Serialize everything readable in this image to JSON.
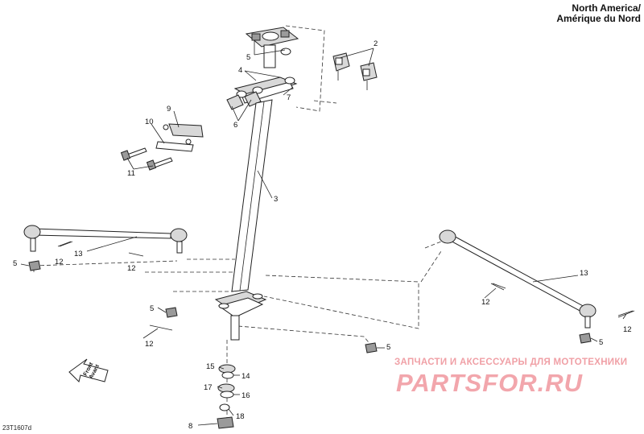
{
  "region": {
    "line1": "North America/",
    "line2": "Amérique du Nord"
  },
  "figure_code": "23T1607d",
  "front_arrow": {
    "line1": "Front",
    "line2": "Avant"
  },
  "watermark": {
    "tagline": "ЗАПЧАСТИ И АКСЕССУАРЫ ДЛЯ МОТОТЕХНИКИ",
    "logo": "PARTSFOR.RU"
  },
  "callouts": {
    "c2": "2",
    "c3": "3",
    "c4": "4",
    "c5": "5",
    "c6": "6",
    "c7": "7",
    "c8": "8",
    "c9": "9",
    "c10": "10",
    "c11": "11",
    "c12": "12",
    "c13": "13",
    "c14": "14",
    "c15": "15",
    "c16": "16",
    "c17": "17",
    "c18": "18"
  }
}
